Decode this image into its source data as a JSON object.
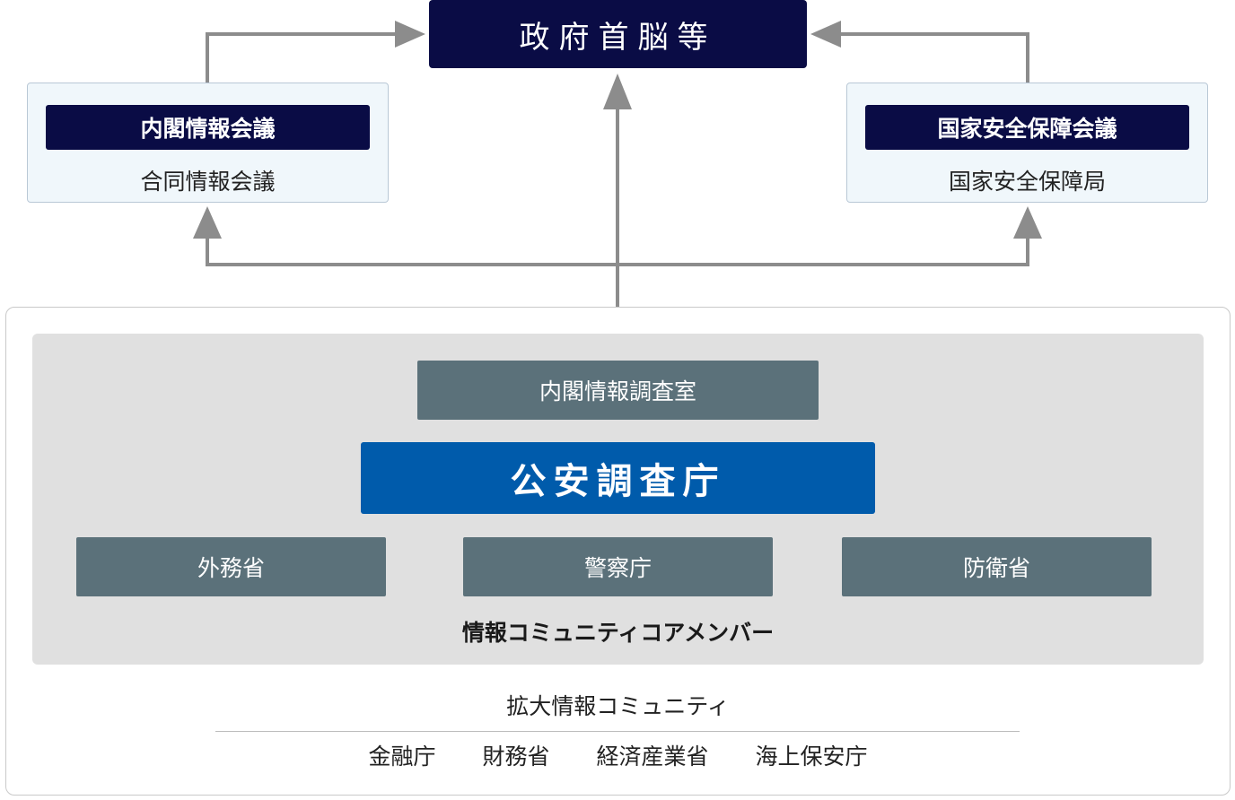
{
  "top": {
    "label": "政府首脳等"
  },
  "left_panel": {
    "title": "内閣情報会議",
    "sub": "合同情報会議"
  },
  "right_panel": {
    "title": "国家安全保障会議",
    "sub": "国家安全保障局"
  },
  "core": {
    "naicho": "内閣情報調査室",
    "koan": "公安調査庁",
    "ministries": [
      "外務省",
      "警察庁",
      "防衛省"
    ],
    "label": "情報コミュニティコアメンバー"
  },
  "expanded": {
    "title": "拡大情報コミュニティ",
    "members": [
      "金融庁",
      "財務省",
      "経済産業省",
      "海上保安庁"
    ]
  },
  "colors": {
    "navy": "#0a0c45",
    "blue": "#005bab",
    "slate": "#5b717a",
    "arrow": "#8c8c8c",
    "panel_bg": "#f0f7fb",
    "core_bg": "#e0e0e0"
  }
}
